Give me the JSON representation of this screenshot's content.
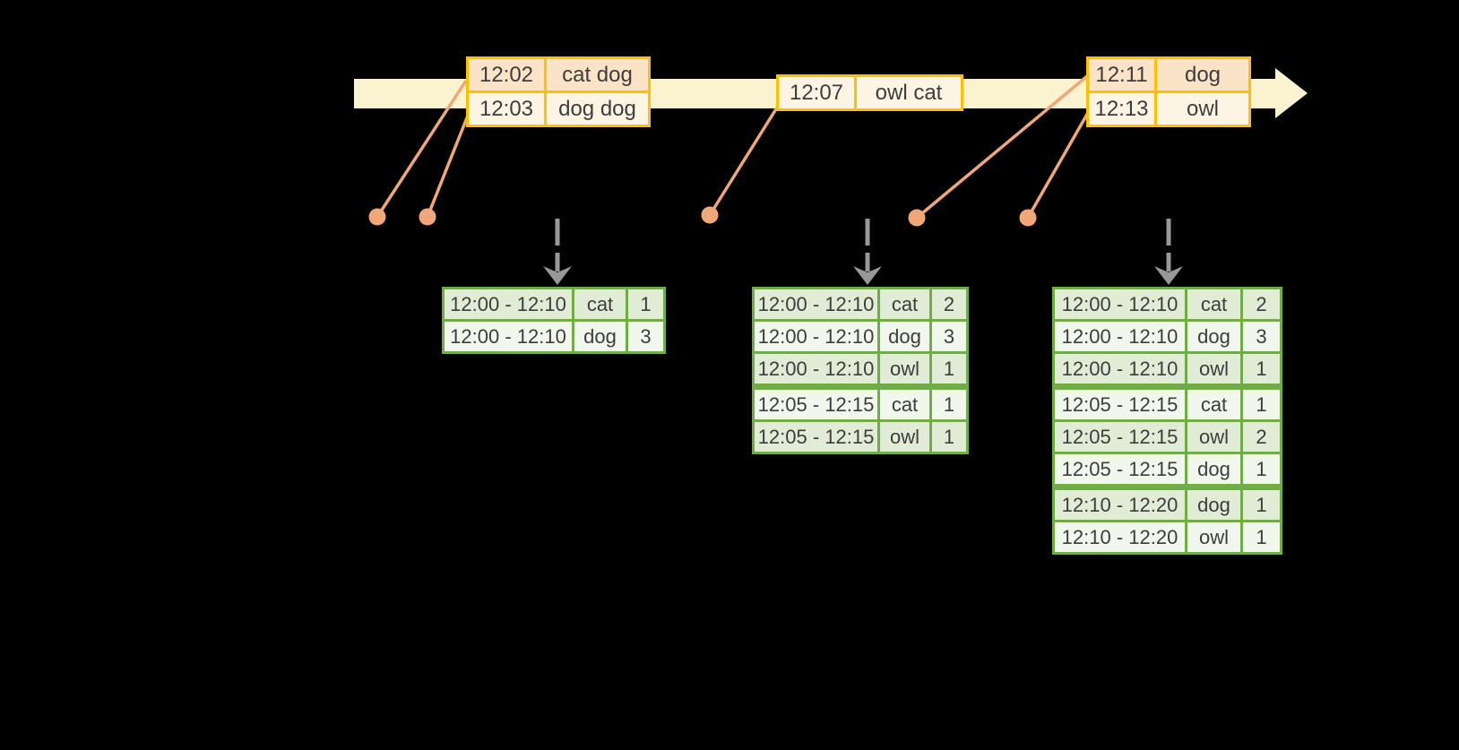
{
  "event_boxes": [
    {
      "rows": [
        {
          "time": "12:02",
          "words": "cat dog"
        },
        {
          "time": "12:03",
          "words": "dog dog"
        }
      ]
    },
    {
      "rows": [
        {
          "time": "12:07",
          "words": "owl cat"
        }
      ]
    },
    {
      "rows": [
        {
          "time": "12:11",
          "words": "dog"
        },
        {
          "time": "12:13",
          "words": "owl"
        }
      ]
    }
  ],
  "result_tables": [
    {
      "rows": [
        {
          "window": "12:00 - 12:10",
          "word": "cat",
          "count": "1"
        },
        {
          "window": "12:00 - 12:10",
          "word": "dog",
          "count": "3"
        }
      ]
    },
    {
      "rows": [
        {
          "window": "12:00 - 12:10",
          "word": "cat",
          "count": "2"
        },
        {
          "window": "12:00 - 12:10",
          "word": "dog",
          "count": "3"
        },
        {
          "window": "12:00 - 12:10",
          "word": "owl",
          "count": "1"
        },
        {
          "window": "12:05 - 12:15",
          "word": "cat",
          "count": "1"
        },
        {
          "window": "12:05 - 12:15",
          "word": "owl",
          "count": "1"
        }
      ]
    },
    {
      "rows": [
        {
          "window": "12:00 - 12:10",
          "word": "cat",
          "count": "2"
        },
        {
          "window": "12:00 - 12:10",
          "word": "dog",
          "count": "3"
        },
        {
          "window": "12:00 - 12:10",
          "word": "owl",
          "count": "1"
        },
        {
          "window": "12:05 - 12:15",
          "word": "cat",
          "count": "1"
        },
        {
          "window": "12:05 - 12:15",
          "word": "owl",
          "count": "2"
        },
        {
          "window": "12:05 - 12:15",
          "word": "dog",
          "count": "1"
        },
        {
          "window": "12:10 - 12:20",
          "word": "dog",
          "count": "1"
        },
        {
          "window": "12:10 - 12:20",
          "word": "owl",
          "count": "1"
        }
      ]
    }
  ],
  "colors": {
    "background": "#000000",
    "timeline_band": "#FBF2CF",
    "event_border": "#FFC000",
    "event_row_peach": "#FAE3C6",
    "event_row_cream": "#FDF4E4",
    "connector_salmon": "#F0A878",
    "result_border": "#70AD47",
    "result_row_green": "#E1ECD6",
    "result_row_pale": "#F2F7EE",
    "trigger_arrow_gray": "#989898",
    "text": "#3D3D3D"
  }
}
